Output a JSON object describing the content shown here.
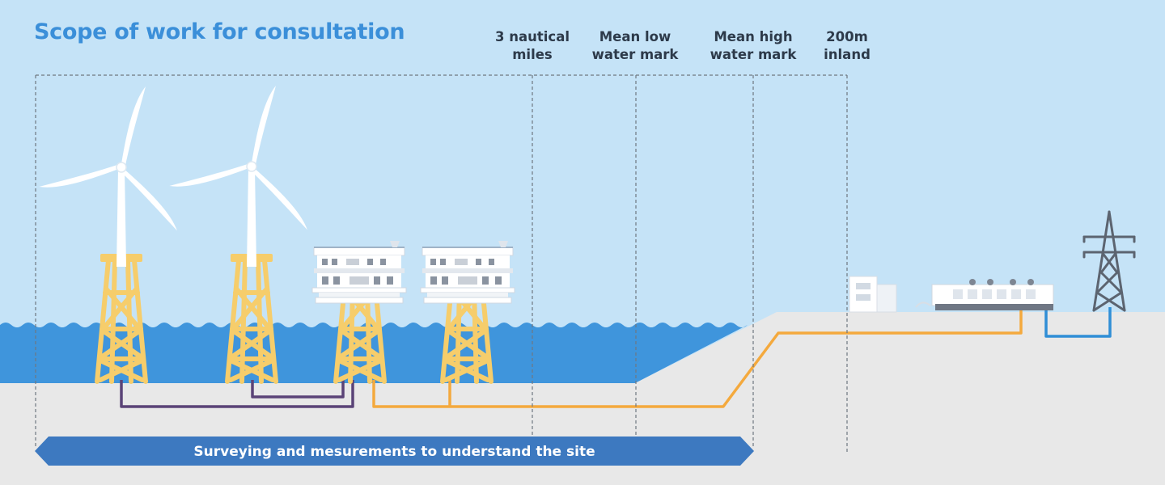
{
  "title": "Scope of work for consultation",
  "zones": [
    {
      "line1": "3 nautical",
      "line2": "miles"
    },
    {
      "line1": "Mean low",
      "line2": "water mark"
    },
    {
      "line1": "Mean high",
      "line2": "water mark"
    },
    {
      "line1": "200m",
      "line2": "inland"
    }
  ],
  "banner": {
    "text": "Surveying and mesurements to understand the site"
  },
  "colors": {
    "sky": "#c5e3f7",
    "sea": "#3f95dc",
    "seabed": "#e8e8e8",
    "jacket": "#f6cd6b",
    "export_cable": "#f4a93d",
    "array_cable": "#5a4377",
    "grid_cable": "#2f8ed6",
    "banner": "#3d79c0",
    "title": "#3b8fd9"
  },
  "icons": [
    "wind-turbine-icon",
    "offshore-substation-icon",
    "onshore-substation-icon",
    "transmission-pylon-icon",
    "building-icon"
  ]
}
